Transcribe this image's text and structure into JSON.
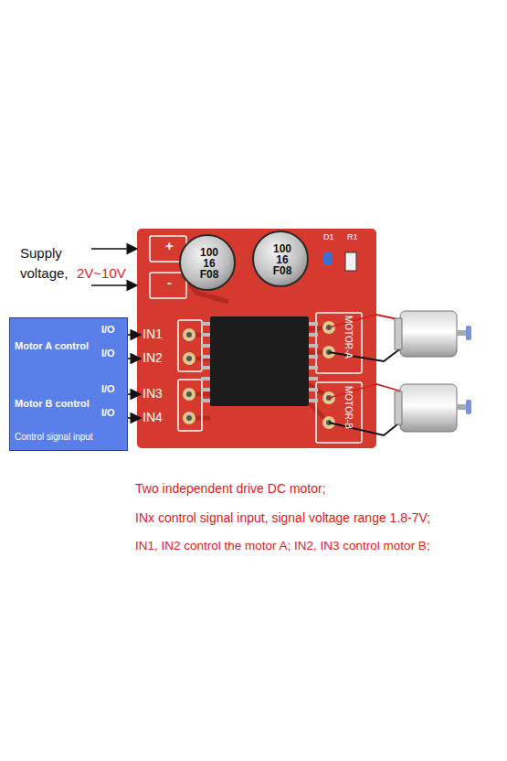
{
  "diagram": {
    "nodes": [
      {
        "text": [
          "I/O",
          "Motor A control",
          "I/O",
          "I/O",
          "Motor B control",
          "I/O",
          "Control signal input"
        ]
      },
      {
        "text": [
          "+",
          "-",
          "D1",
          "R1",
          "MOTOR-A",
          "MOTOR-B"
        ]
      },
      {
        "text": [
          "100 16 F08"
        ],
        "in": 1
      },
      {
        "text": [
          "100 16 F08"
        ],
        "in": 1
      },
      {
        "text": [
          "IN1"
        ],
        "in": 1
      },
      {
        "text": [
          "IN2"
        ],
        "in": 1
      },
      {
        "text": [
          "IN3"
        ],
        "in": 1
      },
      {
        "text": [
          "IN4"
        ],
        "in": 1
      }
    ],
    "edges": [
      {
        "from": 0,
        "to": 4,
        "arrow": "to"
      },
      {
        "from": 0,
        "to": 5,
        "arrow": "to"
      },
      {
        "from": 0,
        "to": 6,
        "arrow": "to"
      },
      {
        "from": 0,
        "to": 7,
        "arrow": "to"
      }
    ],
    "labels": [
      "Supply voltage,",
      "2V~10V",
      "Two independent drive DC motor;",
      "INx control signal input, signal voltage range 1.8-7V;",
      "IN1, IN2 control the motor A; IN2, IN3 control motor B;"
    ]
  }
}
